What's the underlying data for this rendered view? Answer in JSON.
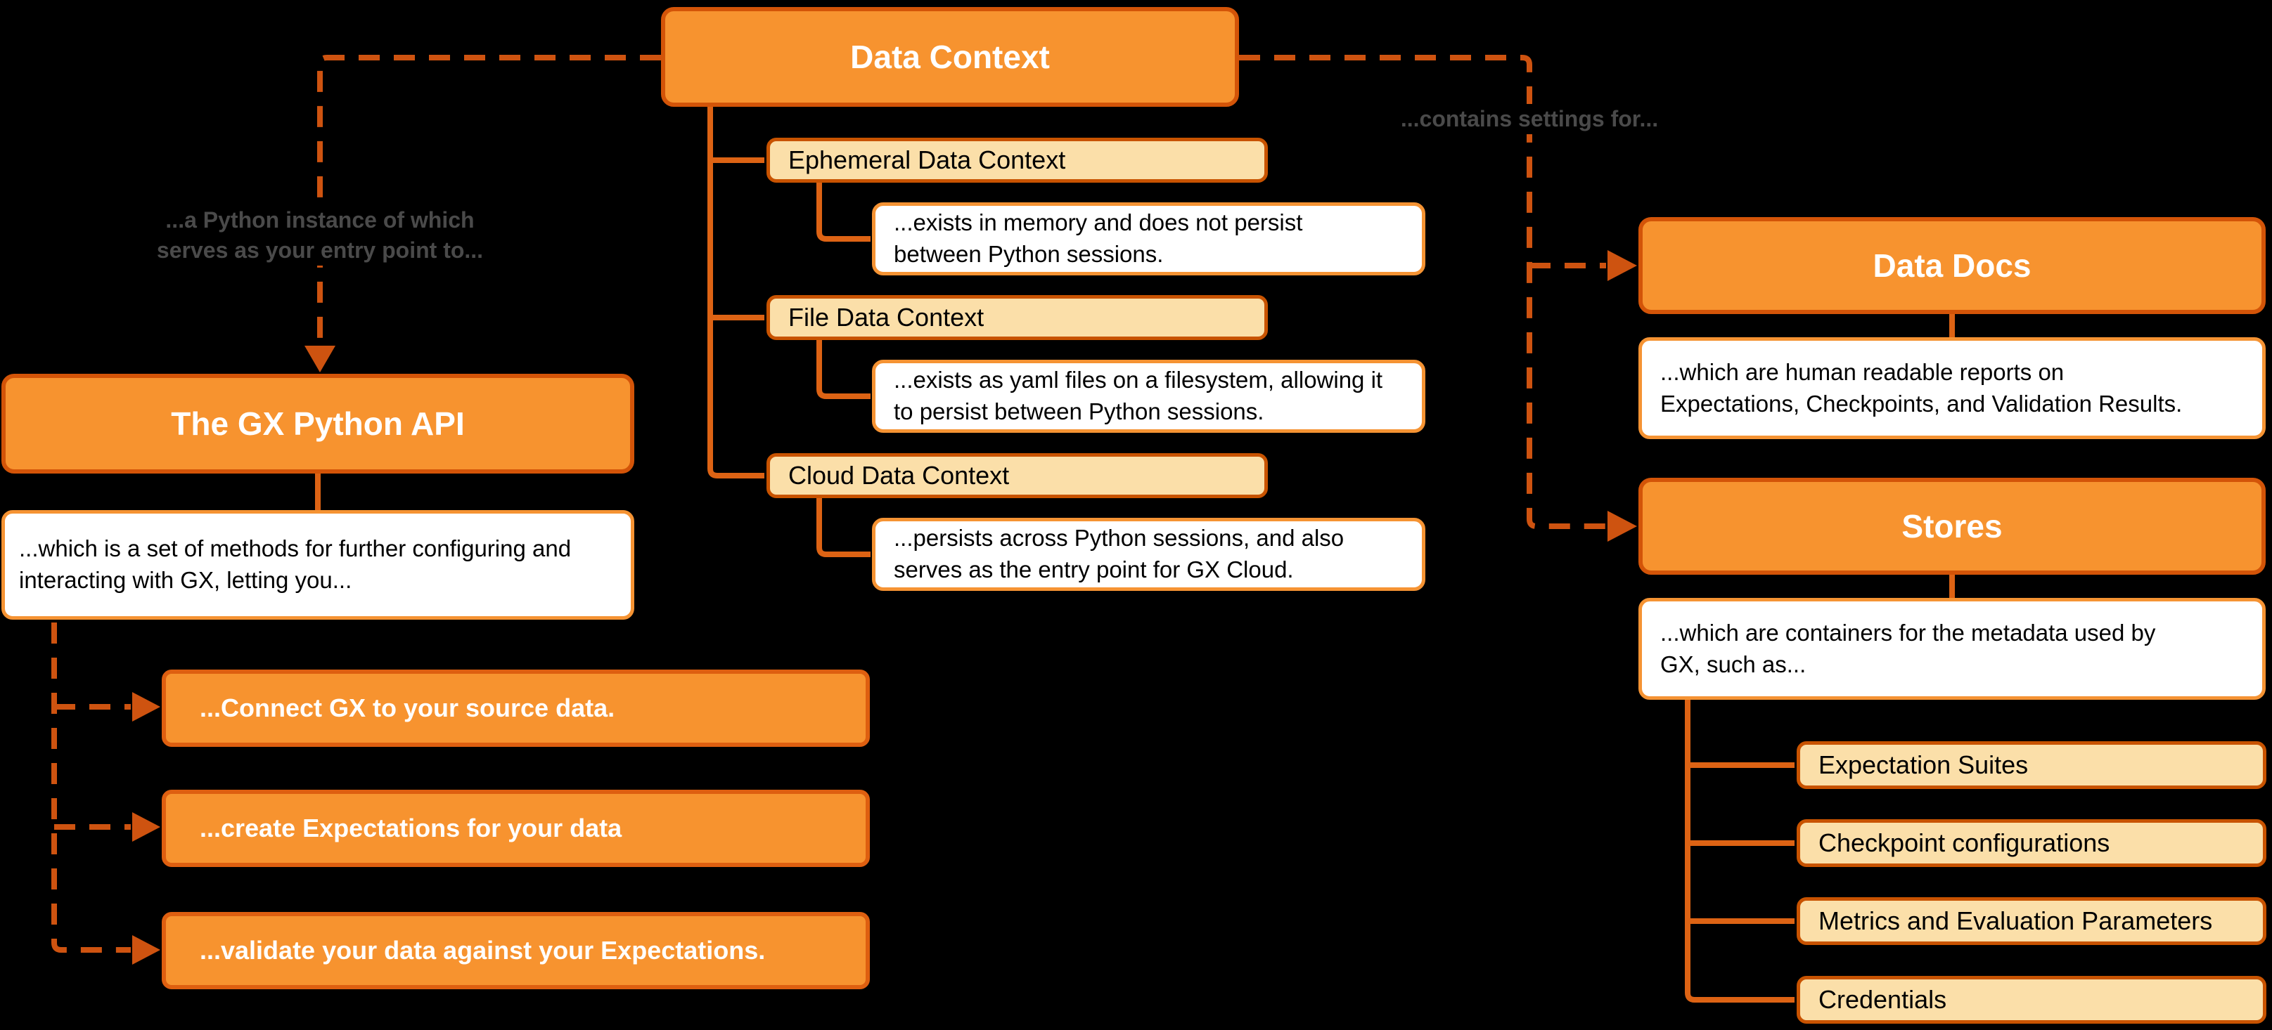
{
  "diagram": {
    "background": "#000000",
    "colors": {
      "node_fill": "#F7932F",
      "node_border": "#D35408",
      "leaf_fill": "#FBDFA9",
      "leaf_border": "#C85300",
      "note_fill": "#FFFFFF",
      "note_border": "#F59333",
      "connector": "#CE5310",
      "edge_label_text": "#4A4A4A"
    },
    "data_context": {
      "title": "Data Context"
    },
    "contexts": [
      {
        "title": "Ephemeral Data Context",
        "description": "...exists in memory and does not persist between Python sessions."
      },
      {
        "title": "File Data Context",
        "description": "...exists as yaml files on a filesystem, allowing it to persist between Python sessions."
      },
      {
        "title": "Cloud Data Context",
        "description": "...persists across Python sessions, and also serves as the entry point for GX Cloud."
      }
    ],
    "gx_api": {
      "title": "The GX Python API",
      "description": "...which is a set of methods for further configuring and interacting with GX, letting you...",
      "actions": [
        {
          "label": "...Connect GX to your source data."
        },
        {
          "label": "...create Expectations for your data"
        },
        {
          "label": "...validate your data against your Expectations."
        }
      ]
    },
    "data_docs": {
      "title": "Data Docs",
      "description": "...which are human readable reports on Expectations, Checkpoints, and Validation Results."
    },
    "stores": {
      "title": "Stores",
      "description": "...which are containers for the metadata used by GX, such as...",
      "items": [
        {
          "label": "Expectation Suites"
        },
        {
          "label": "Checkpoint configurations"
        },
        {
          "label": "Metrics and Evaluation Parameters"
        },
        {
          "label": "Credentials"
        }
      ]
    },
    "edge_labels": {
      "python_instance_line1": "...a Python instance of which",
      "python_instance_line2": "serves as your entry point to...",
      "contains_settings": "...contains settings for..."
    }
  }
}
